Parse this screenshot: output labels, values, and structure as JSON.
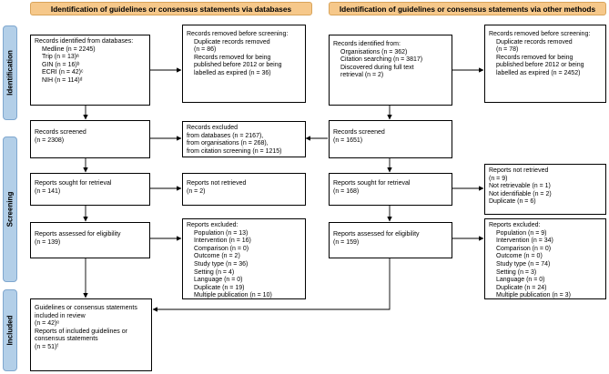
{
  "headers": {
    "left": "Identification of guidelines or consensus statements via databases",
    "right": "Identification of guidelines or consensus statements via other methods"
  },
  "stages": {
    "identification": "Identification",
    "screening": "Screening",
    "included": "Included"
  },
  "boxes": {
    "db_identified": [
      "Records identified from databases:",
      "Medline (n = 2245)",
      "Trip (n = 13)ᵃ",
      "GIN (n = 16)ᵇ",
      "ECRI (n = 42)ᶜ",
      "NIH (n = 114)ᵈ"
    ],
    "db_removed": [
      "Records removed before screening:",
      "Duplicate records removed",
      "(n = 86)",
      "Records removed for being",
      "published before 2012 or being",
      "labelled as expired (n = 36)"
    ],
    "om_identified": [
      "Records identified from:",
      "Organisations (n = 362)",
      "Citation searching (n = 3817)",
      "Discovered during full text",
      "retrieval (n = 2)"
    ],
    "om_removed": [
      "Records removed before screening:",
      "Duplicate records removed",
      "(n = 78)",
      "Records removed for being",
      "published before 2012 or being",
      "labelled as expired (n = 2452)"
    ],
    "db_screened": [
      "Records screened",
      "(n = 2308)"
    ],
    "excluded": [
      "Records excluded",
      "from databases (n = 2167),",
      "from organisations (n = 268),",
      "from citation screening (n = 1215)"
    ],
    "om_screened": [
      "Records screened",
      "(n = 1651)"
    ],
    "db_sought": [
      "Reports sought for retrieval",
      "(n = 141)"
    ],
    "db_not_retrieved": [
      "Reports not retrieved",
      "(n = 2)"
    ],
    "om_sought": [
      "Reports sought for retrieval",
      "(n = 168)"
    ],
    "om_not_retrieved": [
      "Reports not retrieved",
      "(n = 9)",
      "Not retrievable (n = 1)",
      "Not identifiable (n = 2)",
      "Duplicate (n = 6)"
    ],
    "db_assessed": [
      "Reports assessed for eligibility",
      "(n = 139)"
    ],
    "db_excluded": [
      "Reports excluded:",
      "Population (n = 13)",
      "Intervention (n = 16)",
      "Comparison (n = 0)",
      "Outcome (n = 2)",
      "Study type (n = 36)",
      "Setting (n = 4)",
      "Language (n = 0)",
      "Duplicate (n = 19)",
      "Multiple publication (n = 10)"
    ],
    "om_assessed": [
      "Reports assessed for eligibility",
      "(n = 159)"
    ],
    "om_excluded": [
      "Reports excluded:",
      "Population (n = 9)",
      "Intervention (n = 34)",
      "Comparison (n = 0)",
      "Outcome (n = 0)",
      "Study type (n = 74)",
      "Setting (n = 3)",
      "Language (n = 0)",
      "Duplicate (n = 24)",
      "Multiple publication (n = 3)"
    ],
    "included": [
      "Guidelines or consensus statements",
      "included in review",
      "(n = 42)ᵉ",
      "Reports of included guidelines or",
      "consensus statements",
      "(n = 51)ᶠ"
    ]
  },
  "colors": {
    "header_bg": "#f6c88a",
    "stage_bg": "#b3cfe8"
  }
}
